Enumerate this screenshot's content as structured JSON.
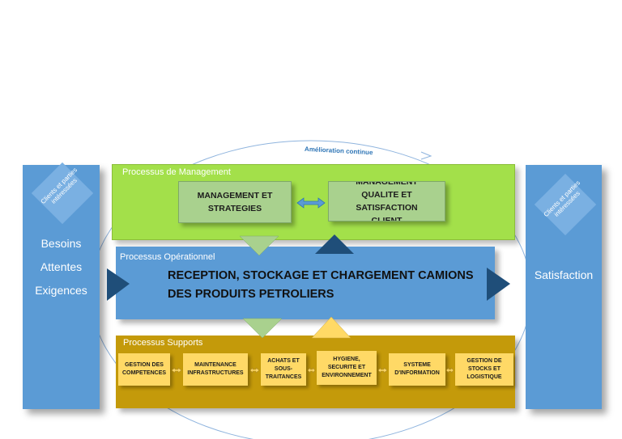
{
  "improvement_label": "Amélioration continue",
  "left": {
    "diamond_label": "Clients et parties intéressées",
    "lines": [
      "Besoins",
      "Attentes",
      "Exigences"
    ]
  },
  "right": {
    "diamond_label": "Clients et parties intéressées",
    "label": "Satisfaction"
  },
  "management": {
    "label": "Processus de Management",
    "box1": "MANAGEMENT ET STRATEGIES",
    "box2": "MANAGEMENT QUALITE ET SATISFACTION CLIENT"
  },
  "operational": {
    "label": "Processus Opérationnel",
    "title_line1": "RECEPTION, STOCKAGE ET CHARGEMENT CAMIONS",
    "title_line2": "DES PRODUITS PETROLIERS"
  },
  "supports": {
    "label": "Processus Supports",
    "items": [
      "GESTION DES COMPETENCES",
      "MAINTENANCE INFRASTRUCTURES",
      "ACHATS ET SOUS-TRAITANCES",
      "HYGIENE, SECURITE ET ENVIRONNEMENT",
      "SYSTEME D'INFORMATION",
      "GESTION DE STOCKS ET LOGISTIQUE"
    ]
  },
  "colors": {
    "blue": "#5b9bd5",
    "green": "#a3e04a",
    "gold": "#c49a0a",
    "yellow": "#ffd966",
    "navy": "#1f4e79"
  }
}
